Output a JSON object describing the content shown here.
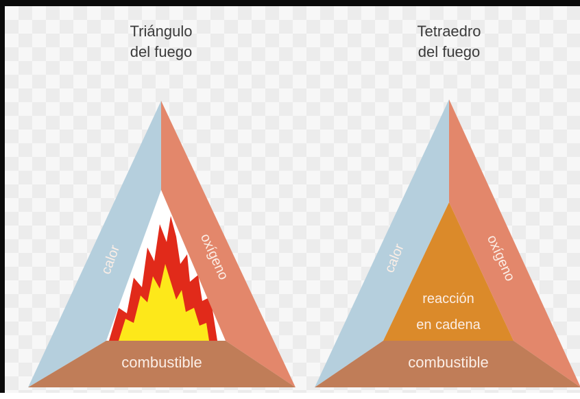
{
  "triangle": {
    "title_line1": "Triángulo",
    "title_line2": "del fuego",
    "left_side": "calor",
    "right_side": "oxígeno",
    "base": "combustible"
  },
  "tetrahedron": {
    "title_line1": "Tetraedro",
    "title_line2": "del fuego",
    "left_side": "calor",
    "right_side": "oxígeno",
    "center_line1": "reacción",
    "center_line2": "en cadena",
    "base": "combustible"
  },
  "colors": {
    "calor": "#b5cfdd",
    "oxigeno": "#e3876b",
    "combustible": "#c07d58",
    "reaccion": "#db8a2a",
    "flame_outer": "#e12a1a",
    "flame_inner": "#fde81a"
  }
}
